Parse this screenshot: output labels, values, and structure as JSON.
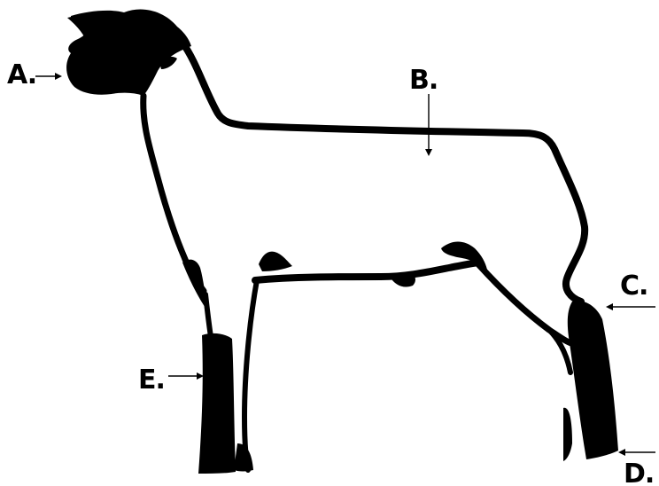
{
  "labels": {
    "a": "A.",
    "b": "B.",
    "c": "C.",
    "d": "D.",
    "e": "E."
  },
  "colors": {
    "ink": "#000000",
    "background": "#ffffff"
  }
}
